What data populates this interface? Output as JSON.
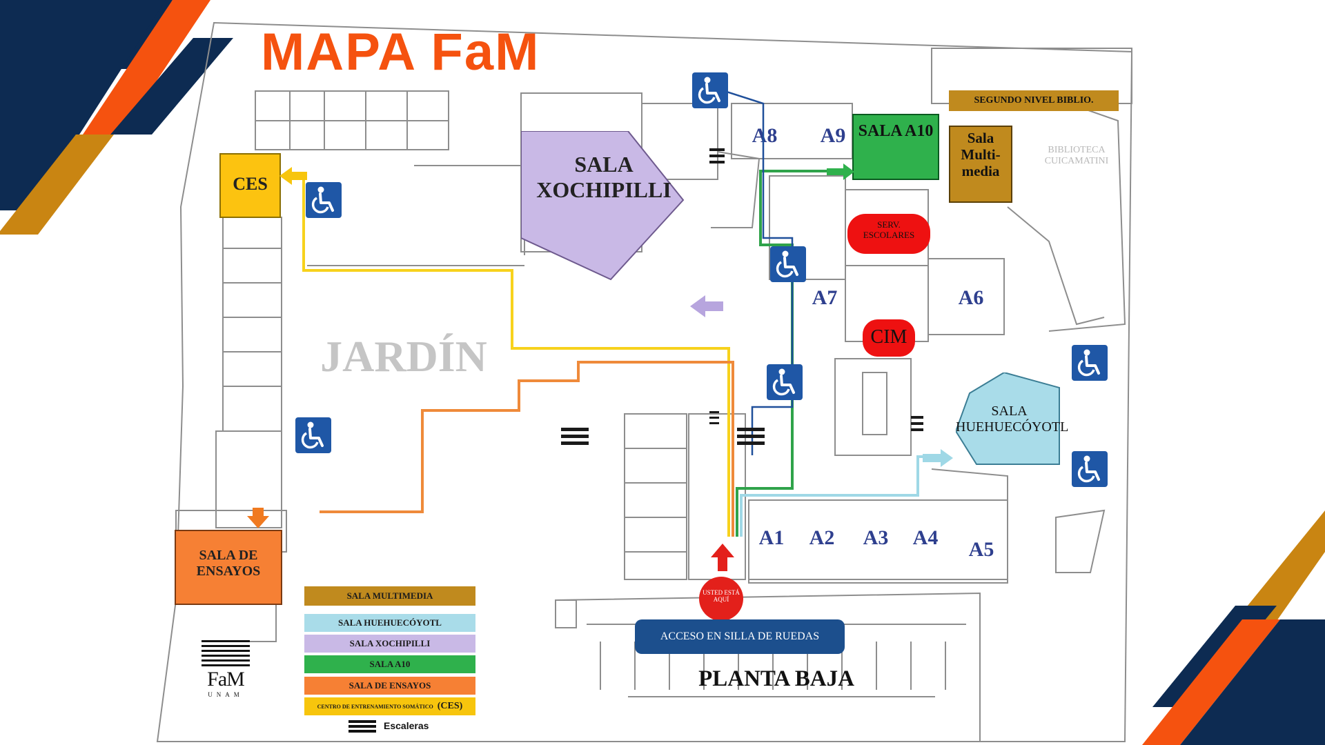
{
  "title": "MAPA FaM",
  "labels": {
    "jardin": "JARDÍN",
    "xochipilli": "SALA XOCHIPILLI",
    "ces": "CES",
    "ensayos": "SALA DE ENSAYOS",
    "a10": "SALA A10",
    "multimedia": "Sala Multi-media",
    "segundo_nivel": "SEGUNDO NIVEL BIBLIO.",
    "biblioteca": "BIBLIOTECA CUICAMATINI",
    "serv_escolares": "SERV. ESCOLARES",
    "cim": "CIM",
    "huehuecoyotl": "SALA HUEHUECÓYOTL",
    "usted": "USTED ESTÁ AQUÍ",
    "acceso": "ACCESO EN SILLA DE RUEDAS",
    "planta": "PLANTA BAJA",
    "rooms": [
      "A1",
      "A2",
      "A3",
      "A4",
      "A5",
      "A6",
      "A7",
      "A8",
      "A9"
    ]
  },
  "legend": [
    {
      "label": "SALA MULTIMEDIA",
      "color": "#c08a1e"
    },
    {
      "label": "SALA HUEHUECÓYOTL",
      "color": "#a9dce9"
    },
    {
      "label": "SALA XOCHIPILLI",
      "color": "#c9b9e6"
    },
    {
      "label": "SALA A10",
      "color": "#2fb14c"
    },
    {
      "label": "SALA DE ENSAYOS",
      "color": "#f68034"
    },
    {
      "label": "CENTRO DE ENTRENAMIENTO SOMÁTICO",
      "suffix": "(CES)",
      "color": "#f7c50d"
    }
  ],
  "legend_stairs": "Escaleras",
  "logo": {
    "name": "FaM",
    "sub": "UNAM"
  },
  "colors": {
    "navy": "#0d2b52",
    "orange": "#f5520f",
    "gold": "#c98512",
    "room_text": "#2e3f8e",
    "route_ces": "#f7d21c",
    "route_ensayos": "#ef8a3a",
    "route_a10": "#2fa34a",
    "route_hueh": "#9fd8e6",
    "route_blue": "#1f4f9a"
  },
  "icons": [
    "wheelchair-icon",
    "stairs-icon",
    "arrow-icon"
  ]
}
